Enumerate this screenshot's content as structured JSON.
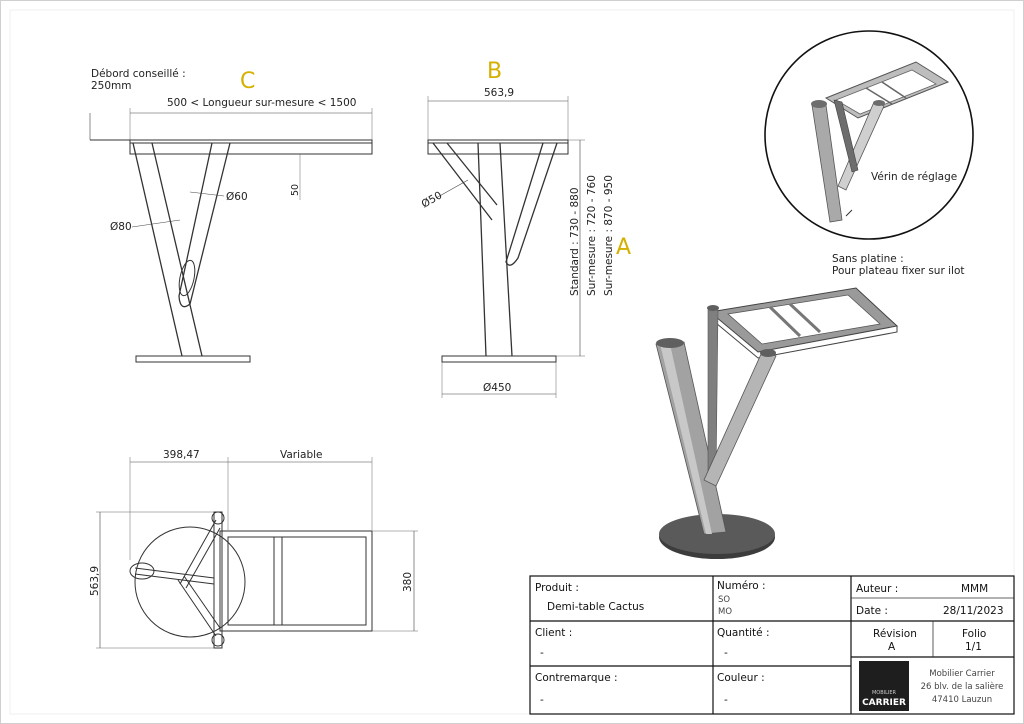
{
  "views": {
    "c": {
      "letter": "C",
      "debord_title": "Débord conseillé :",
      "debord_value": "250mm",
      "length_label": "500 < Longueur sur-mesure < 1500",
      "dia_top": "Ø60",
      "dia_bottom": "Ø80",
      "thickness": "50"
    },
    "b": {
      "letter": "B",
      "width": "563,9",
      "dia": "Ø50",
      "base": "Ø450"
    },
    "a": {
      "letter": "A",
      "height_std": "Standard : 730 - 880",
      "height_sm1": "Sur-mesure : 720 - 760",
      "height_sm2": "Sur-mesure : 870 - 950"
    },
    "top": {
      "dim_left": "398,47",
      "dim_variable": "Variable",
      "dim_height": "563,9",
      "dim_depth": "380"
    },
    "detail": {
      "callout": "Vérin de réglage"
    },
    "iso": {
      "note1": "Sans platine :",
      "note2": "Pour plateau fixer sur ilot"
    }
  },
  "titleblock": {
    "produit_label": "Produit :",
    "produit_value": "Demi-table Cactus",
    "numero_label": "Numéro :",
    "numero_so": "SO",
    "numero_mo": "MO",
    "auteur_label": "Auteur :",
    "auteur_value": "MMM",
    "date_label": "Date :",
    "date_value": "28/11/2023",
    "client_label": "Client :",
    "client_value": "-",
    "quantite_label": "Quantité :",
    "quantite_value": "-",
    "revision_label": "Révision",
    "revision_value": "A",
    "folio_label": "Folio",
    "folio_value": "1/1",
    "contremarque_label": "Contremarque :",
    "contremarque_value": "-",
    "couleur_label": "Couleur :",
    "couleur_value": "-",
    "logo_small": "MOBILIER",
    "logo_big": "CARRIER",
    "company_name": "Mobilier Carrier",
    "company_addr1": "26 blv. de la salière",
    "company_addr2": "47410 Lauzun"
  }
}
